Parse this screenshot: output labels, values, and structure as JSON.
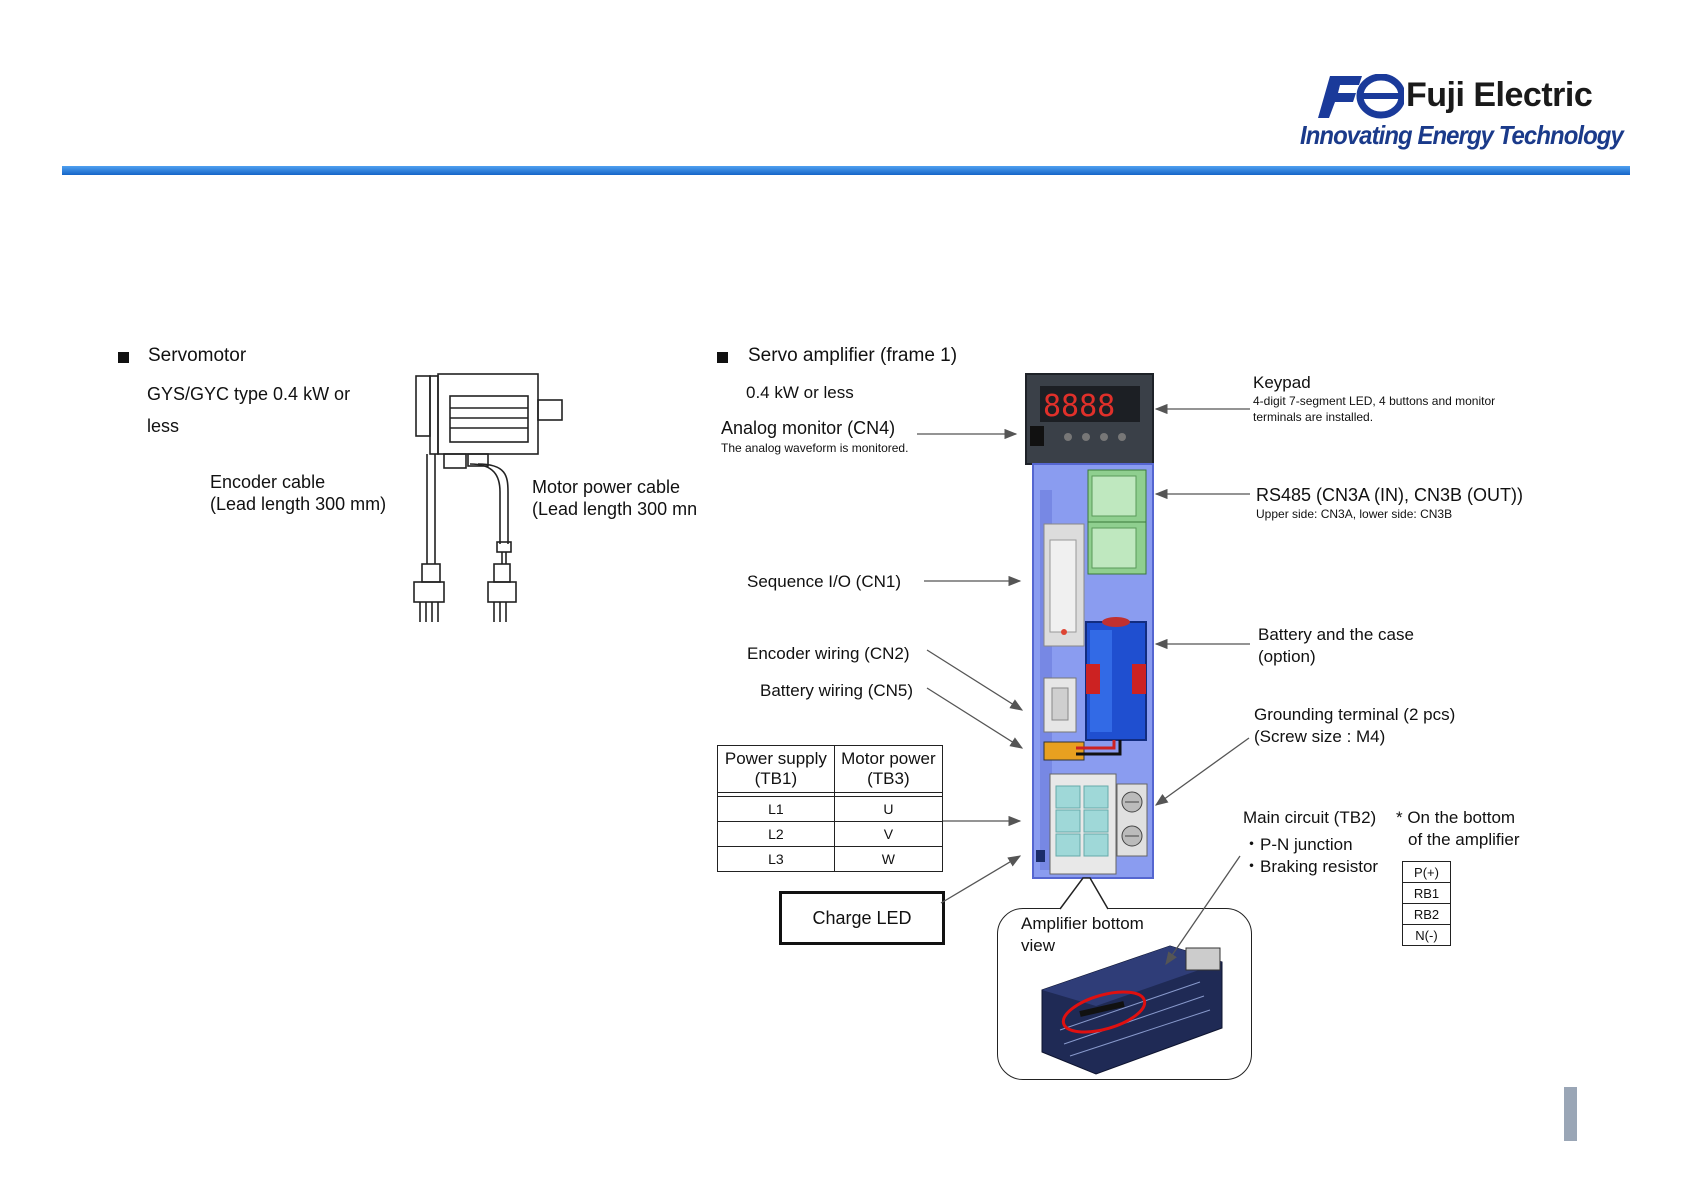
{
  "brand": {
    "name": "Fuji Electric",
    "tagline": "Innovating Energy Technology",
    "accent_color": "#1565c8"
  },
  "servomotor": {
    "heading": "Servomotor",
    "model_line1": "GYS/GYC type 0.4 kW or",
    "model_line2": "less",
    "encoder_cable_1": "Encoder cable",
    "encoder_cable_2": "(Lead length 300 mm)",
    "power_cable_1": "Motor power cable",
    "power_cable_2": "(Lead length 300 mn"
  },
  "amplifier": {
    "heading": "Servo amplifier (frame 1)",
    "rating": "0.4 kW or less",
    "analog_monitor": "Analog monitor (CN4)",
    "analog_monitor_note": "The analog waveform is monitored.",
    "sequence_io": "Sequence I/O (CN1)",
    "encoder_wiring": "Encoder wiring (CN2)",
    "battery_wiring": "Battery wiring (CN5)",
    "keypad": "Keypad",
    "keypad_note_1": "4-digit 7-segment LED, 4 buttons and monitor",
    "keypad_note_2": "terminals are installed.",
    "rs485": "RS485 (CN3A (IN), CN3B (OUT))",
    "rs485_note": "Upper side: CN3A, lower side: CN3B",
    "battery_case_1": "Battery and the case",
    "battery_case_2": "(option)",
    "grounding_1": "Grounding terminal (2 pcs)",
    "grounding_2": "(Screw size : M4)",
    "main_circuit_1": "Main circuit (TB2)",
    "main_circuit_2": "・P-N junction",
    "main_circuit_3": "・Braking resistor",
    "bottom_note_1": "* On the bottom",
    "bottom_note_2": "of the amplifier",
    "charge_led": "Charge LED",
    "bottom_view_1": "Amplifier bottom",
    "bottom_view_2": "view"
  },
  "terminal_table": {
    "headers": [
      [
        "Power supply",
        "(TB1)"
      ],
      [
        "Motor power",
        "(TB3)"
      ]
    ],
    "rows": [
      [
        "L1",
        "U"
      ],
      [
        "L2",
        "V"
      ],
      [
        "L3",
        "W"
      ]
    ]
  },
  "pn_terminals": [
    "P(+)",
    "RB1",
    "RB2",
    "N(-)"
  ]
}
